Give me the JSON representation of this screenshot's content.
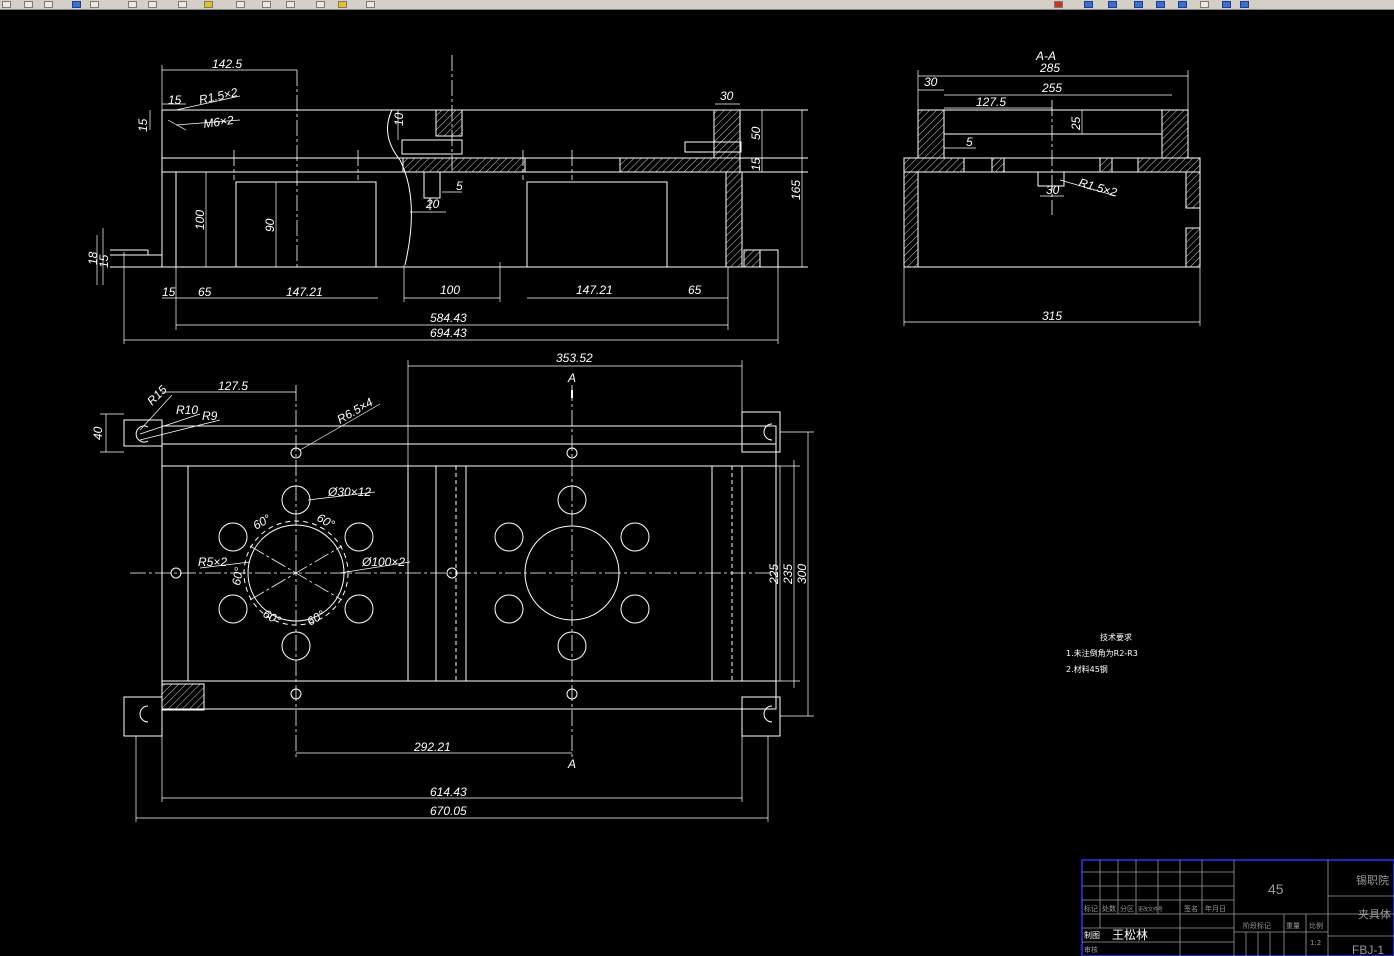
{
  "toolbar": {
    "buttons": [
      "open-file",
      "save-file",
      "undo",
      "redo",
      "zoom-window",
      "zoom-extents",
      "pan",
      "help",
      "layers",
      "properties",
      "print",
      "settings"
    ],
    "right_buttons": [
      "ime-toggle",
      "ime-punct",
      "ime-mode",
      "ime-keyboard",
      "ime-tools",
      "ime-skin",
      "ime-menu"
    ]
  },
  "colors": {
    "background": "#000000",
    "lines": "#ffffff",
    "title_block_frame": "#3030ff",
    "hatch": "#ffffff"
  },
  "section_label": "A-A",
  "section_marker_top": "A",
  "section_marker_bottom": "A",
  "dims_front": {
    "d142_5": "142.5",
    "d15": "15",
    "r15x2": "R1.5×2",
    "m6x2": "M6×2",
    "d15_left": "15",
    "d10": "10",
    "d30": "30",
    "d50": "50",
    "d15_right": "15",
    "d165": "165",
    "d100": "100",
    "d90": "90",
    "d5": "5",
    "d20": "20",
    "d18": "18",
    "d15_small": "15",
    "b15": "15",
    "b65": "65",
    "b147_21a": "147.21",
    "b100": "100",
    "b147_21b": "147.21",
    "b65b": "65",
    "d584_43": "584.43",
    "d694_43": "694.43"
  },
  "dims_section": {
    "d285": "285",
    "d30": "30",
    "d255": "255",
    "d127_5": "127.5",
    "d25": "25",
    "d5": "5",
    "d30b": "30",
    "r15x2": "R1.5×2",
    "d315": "315"
  },
  "dims_plan": {
    "r15": "R15",
    "r10": "R10",
    "r9": "R9",
    "d127_5": "127.5",
    "d40": "40",
    "r6_5x4": "R6.5×4",
    "d353_52": "353.52",
    "phi30x12": "Ø30×12",
    "a60a": "60°",
    "a60b": "60°",
    "r5x2": "R5×2",
    "phi100x2": "Ø100×2",
    "a60c": "60°",
    "a60d": "60°",
    "a60e": "60°",
    "d225": "225",
    "d235": "235",
    "d300": "300",
    "d292_21": "292.21",
    "d614_43": "614.43",
    "d670_05": "670.05"
  },
  "tech_notes": {
    "title": "技术要求",
    "line1": "1.未注倒角为R2-R3",
    "line2": "2.材料45钢"
  },
  "title_block": {
    "material": "45",
    "school": "锡职院",
    "part_name": "夹具体",
    "drawing_no": "FBJ-1",
    "designer_label": "制图",
    "designer_name": "王松林",
    "header_cells": [
      "标记",
      "处数",
      "分区",
      "更改文件号",
      "签名",
      "年月日"
    ],
    "mid_cells": [
      "阶段标记",
      "重量",
      "比例"
    ],
    "scale_value": "1:2",
    "review_label": "审核"
  }
}
